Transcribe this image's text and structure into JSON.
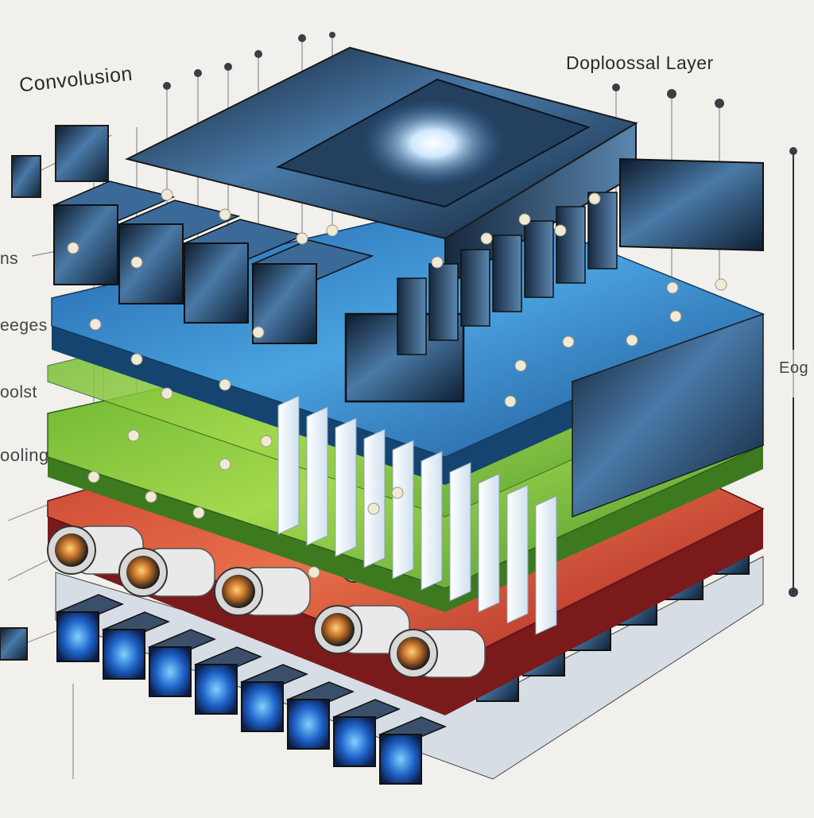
{
  "labels": {
    "convolution": "Convolusion",
    "dense_layer": "Doploossal Layer",
    "left_ns": "ns",
    "left_edges": "eeges",
    "left_poolst": "oolst",
    "left_pooling": "ooling",
    "right_edge": "Eog"
  },
  "layers": [
    {
      "name": "convolution-feature-maps",
      "color": "#3a6f9e"
    },
    {
      "name": "blue-activation-sheet",
      "color": "#3f93d4"
    },
    {
      "name": "green-pooling-sheet",
      "color": "#8bcf4a"
    },
    {
      "name": "red-camera-input-sheet",
      "color": "#d8443a"
    },
    {
      "name": "input-cube-row",
      "color": "#2a6fcf"
    }
  ],
  "colors": {
    "background": "#f1f0ec",
    "frame_dark": "#1f2a36",
    "blue_sheet": "#3f93d4",
    "green_sheet": "#8bcf4a",
    "red_sheet": "#d8443a",
    "node": "#efe9d6"
  }
}
